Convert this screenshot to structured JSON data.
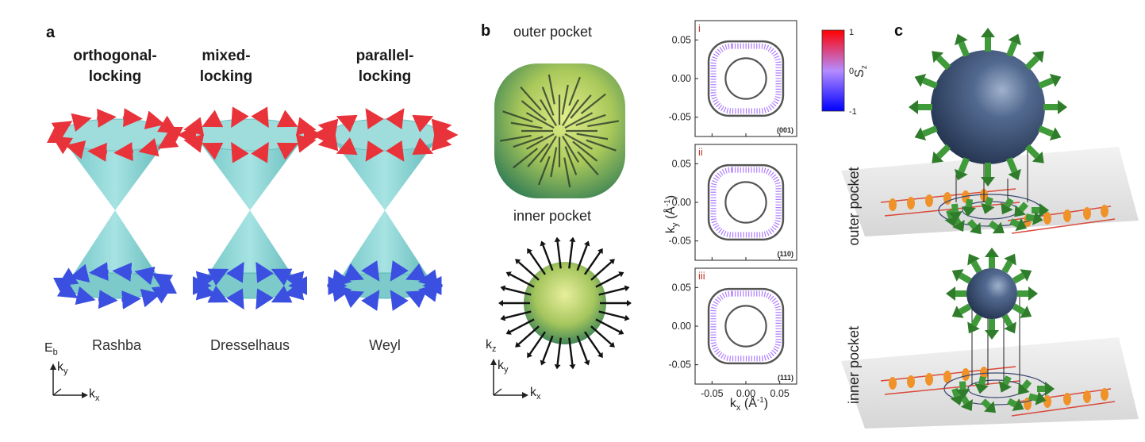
{
  "panels": {
    "a": {
      "letter": "a",
      "cones": [
        {
          "title_line1": "orthogonal-",
          "title_line2": "locking",
          "label": "Rashba"
        },
        {
          "title_line1": "mixed-",
          "title_line2": "locking",
          "label": "Dresselhaus"
        },
        {
          "title_line1": "parallel-",
          "title_line2": "locking",
          "label": "Weyl"
        }
      ],
      "axes": {
        "e": "E",
        "e_sub": "b",
        "ky": "k",
        "ky_sub": "y",
        "kx": "k",
        "kx_sub": "x"
      }
    },
    "b": {
      "letter": "b",
      "outer_label": "outer pocket",
      "inner_label": "inner pocket",
      "axes": {
        "kz": "k",
        "kz_sub": "z",
        "ky": "k",
        "ky_sub": "y",
        "kx": "k",
        "kx_sub": "x"
      },
      "plots": [
        {
          "roman": "i",
          "plane": "(001)"
        },
        {
          "roman": "ii",
          "plane": "(110)"
        },
        {
          "roman": "iii",
          "plane": "(111)"
        }
      ],
      "y_ticks": [
        "0.05",
        "0.00",
        "-0.05"
      ],
      "x_ticks": [
        "-0.05",
        "0.00",
        "0.05"
      ],
      "x_label": "k",
      "x_label_sub": "x",
      "x_label_unit": "(Å",
      "x_label_exp": "-1",
      "x_label_close": ")",
      "y_label": "k",
      "y_label_sub": "y",
      "y_label_unit": "(Å",
      "y_label_exp": "-1",
      "y_label_close": ")",
      "colorbar": {
        "max": "1",
        "mid": "0",
        "min": "-1",
        "label": "S",
        "label_sub": "z",
        "top_color": "#ff0000",
        "mid_color": "#b58cff",
        "bottom_color": "#0000ff"
      }
    },
    "c": {
      "letter": "c",
      "outer_label": "outer pocket",
      "inner_label": "inner pocket"
    }
  },
  "colors": {
    "cone": "#7ccfcf",
    "up_arrow": "#e8333a",
    "down_arrow": "#3b4fe0",
    "sphere": "#3c5273",
    "spin_green": "#3f9a3a",
    "orange": "#f0922a",
    "rail": "#d94a3a",
    "contour": "#a064ff"
  }
}
